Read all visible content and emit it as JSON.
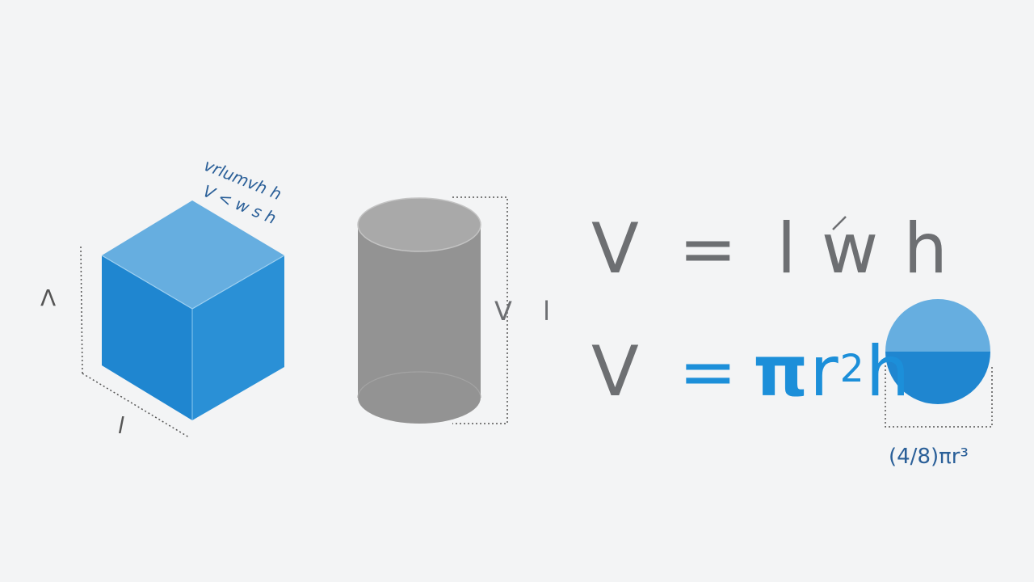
{
  "colors": {
    "background": "#f3f4f5",
    "blue_dark": "#1f86d0",
    "blue_light": "#66aee0",
    "blue_text": "#2a5f98",
    "gray_body": "#939393",
    "gray_top": "#a9a9a9",
    "gray_text": "#6d6f72",
    "formula_blue": "#1c8fd9"
  },
  "cube": {
    "annotation_line1": "vrlumvh h",
    "annotation_line2": "V < w s h",
    "left_label": "Λ",
    "bottom_label": "l"
  },
  "cylinder": {
    "side_label": "V l"
  },
  "formulas": {
    "box": {
      "v": "V",
      "eq": "=",
      "body": "l w h"
    },
    "cylinder": {
      "v": "V",
      "eq": "=",
      "pi": "π",
      "r": "r",
      "exp": "2",
      "h": "h"
    }
  },
  "sphere": {
    "label": "(4/8)πr³"
  }
}
